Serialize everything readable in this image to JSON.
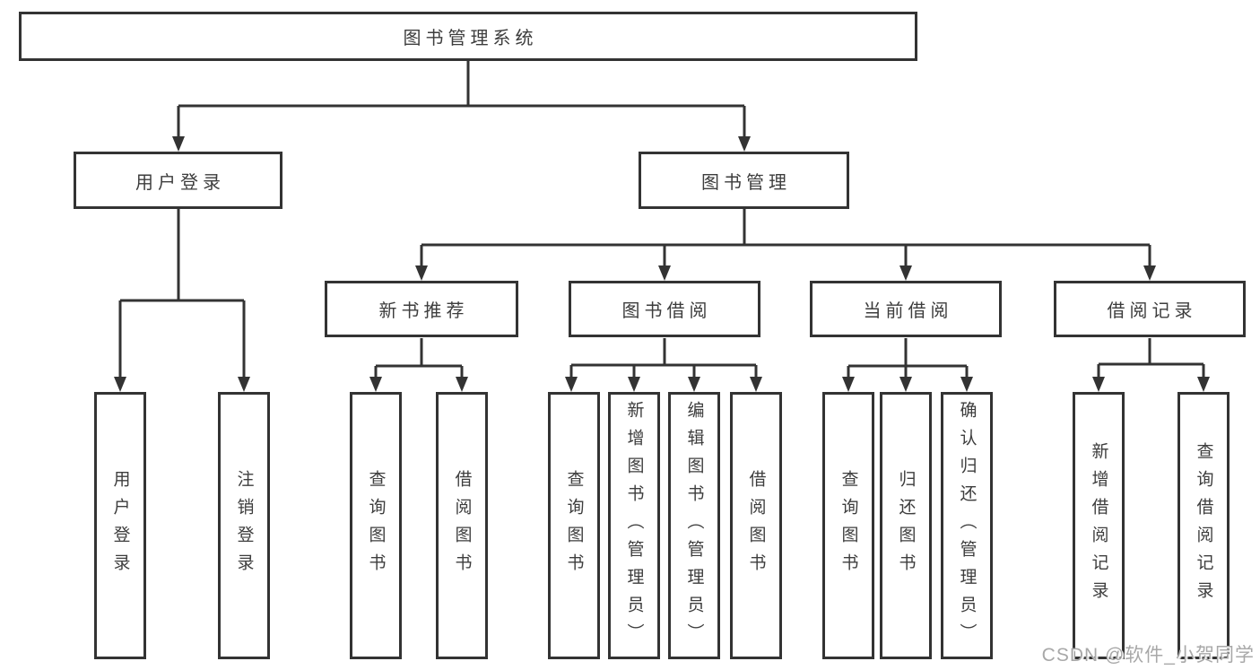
{
  "tree": {
    "root": {
      "label": "图书管理系统"
    },
    "user_login": {
      "label": "用户登录",
      "children": [
        "用户登录",
        "注销登录"
      ]
    },
    "book_mgmt": {
      "label": "图书管理",
      "sections": [
        {
          "label": "新书推荐",
          "children": [
            "查询图书",
            "借阅图书"
          ]
        },
        {
          "label": "图书借阅",
          "children": [
            "查询图书",
            "新增图书（管理员）",
            "编辑图书（管理员）",
            "借阅图书"
          ]
        },
        {
          "label": "当前借阅",
          "children": [
            "查询图书",
            "归还图书",
            "确认归还（管理员）"
          ]
        },
        {
          "label": "借阅记录",
          "children": [
            "新增借阅记录",
            "查询借阅记录"
          ]
        }
      ]
    }
  },
  "watermark": {
    "text": "CSDN @软件_小贺同学"
  },
  "colors": {
    "line": "#333333",
    "box_border": "#333333",
    "text": "#3d3d3d",
    "background": "#ffffff",
    "watermark": "#a8a8a8"
  }
}
